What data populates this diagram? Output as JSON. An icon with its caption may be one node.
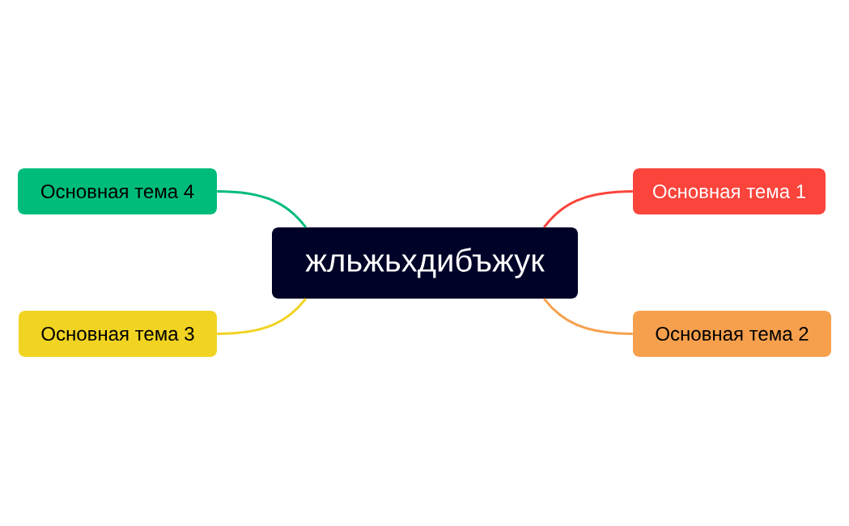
{
  "diagram": {
    "nodes": [
      {
        "text": [
          "жльжьхдибъжук"
        ]
      },
      {
        "text": [
          "Основная тема 1"
        ]
      },
      {
        "text": [
          "Основная тема 2"
        ]
      },
      {
        "text": [
          "Основная тема 3"
        ]
      },
      {
        "text": [
          "Основная тема 4"
        ]
      }
    ],
    "edges": [
      {
        "from": 0,
        "to": 1,
        "arrow": "none",
        "color": "#fa443c"
      },
      {
        "from": 0,
        "to": 2,
        "arrow": "none",
        "color": "#f6a04d"
      },
      {
        "from": 0,
        "to": 3,
        "arrow": "none",
        "color": "#f1d322"
      },
      {
        "from": 0,
        "to": 4,
        "arrow": "none",
        "color": "#00bc7b"
      }
    ]
  }
}
